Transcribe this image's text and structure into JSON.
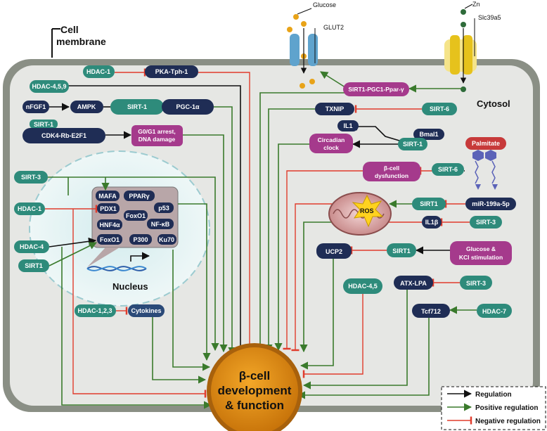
{
  "title_cell": "Cell",
  "title_membrane": "membrane",
  "cytosol": "Cytosol",
  "nucleus": "Nucleus",
  "zn": "Zn",
  "slc": "Slc39a5",
  "glucose": "Glucose",
  "glut2": "GLUT2",
  "center_line1": "β-cell",
  "center_line2": "development",
  "center_line3": "& function",
  "nodes": {
    "hdac1_top": "HDAC-1",
    "pka": "PKA-Tph-1",
    "hdac459": "HDAC-4,5,9",
    "nfgf1": "nFGF1",
    "ampk": "AMPK",
    "sirt1_a": "SIRT-1",
    "pgc1a": "PGC-1α",
    "sirt1_b": "SIRT-1",
    "cdk4": "CDK4-Rb-E2F1",
    "g0g1_1": "G0/G1 arrest,",
    "g0g1_2": "DNA damage",
    "sirt3_left": "SIRT-3",
    "hdac1_left": "HDAC-1",
    "hdac4_left": "HDAC-4",
    "sirt1_left": "SIRT1",
    "mafa": "MAFA",
    "ppary": "PPARγ",
    "pdx1": "PDX1",
    "foxo1_a": "FoxO1",
    "p53": "p53",
    "hnf4a": "HNF4α",
    "nfkb": "NF-κB",
    "foxo1_b": "FoxO1",
    "p300": "P300",
    "ku70": "Ku70",
    "hdac123": "HDAC-1,2,3",
    "cytokines": "Cytokines",
    "sirt1_pgc": "SIRT1-PGC1-Ppar-γ",
    "txnip": "TXNIP",
    "sirt6_a": "SIRT-6",
    "il1": "IL1",
    "bmal1": "Bmal1",
    "sirt1_c": "SIRT-1",
    "circ1": "Circadian",
    "circ2": "clock",
    "palmitate": "Palmitate",
    "bdys1": "β-cell",
    "bdys2": "dysfunction",
    "sirt6_b": "SIRT-6",
    "sirt1_d": "SIRT1",
    "mir": "miR-199a-5p",
    "ros": "ROS",
    "il1b": "IL1β",
    "sirt3_b": "SIRT-3",
    "ucp2": "UCP2",
    "sirt1_e": "SIRT1",
    "glu1": "Glucose &",
    "glu2": "KCl stimulation",
    "hdac45": "HDAC-4,5",
    "atx": "ATX-LPA",
    "sirt3_c": "SIRT-3",
    "tcf": "Tcf712",
    "hdac7": "HDAC-7"
  },
  "legend": {
    "regulation": "Regulation",
    "positive": "Positive regulation",
    "negative": "Negative regulation"
  },
  "colors": {
    "dark_node": "#1f2d55",
    "teal_node": "#2e8b7b",
    "magenta_node": "#a53a8c",
    "positive": "#3a7a2c",
    "negative": "#e03c2c",
    "regulation": "#111111",
    "center": "#e08a10"
  }
}
